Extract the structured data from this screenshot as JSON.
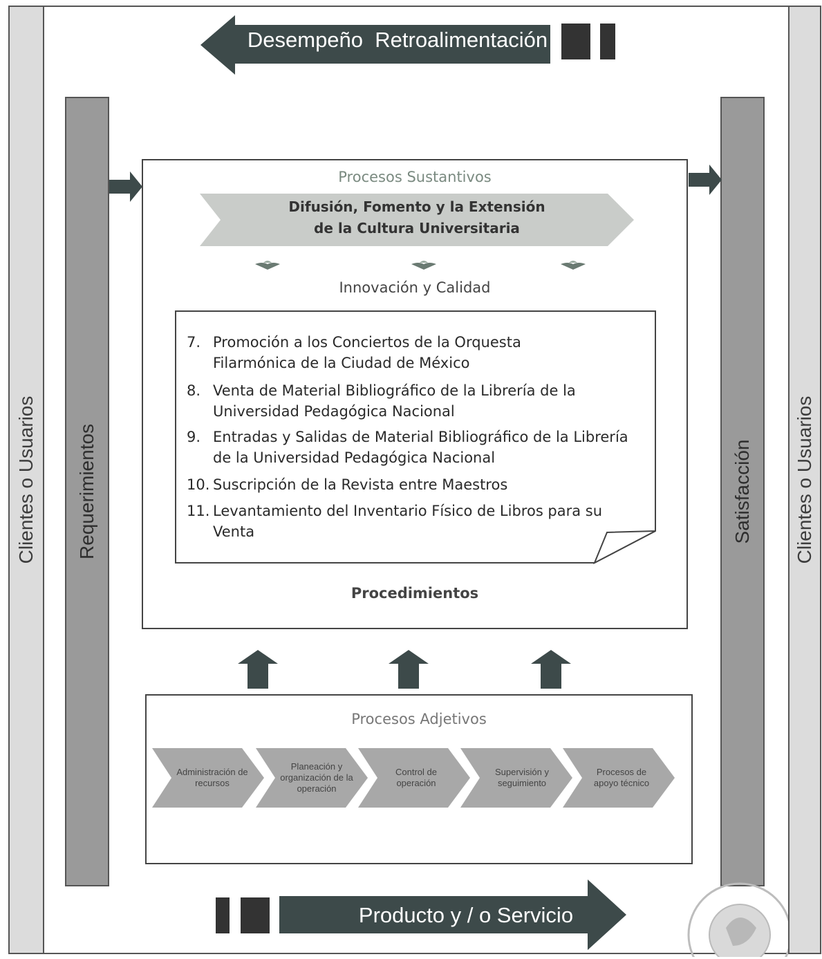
{
  "top_arrow": {
    "label": "Desempeño  Retroalimentación"
  },
  "bottom_arrow": {
    "label": "Producto y / o Servicio"
  },
  "side_bars": {
    "left_outer": "Clientes o Usuarios",
    "left_inner": "Requerimientos",
    "right_inner": "Satisfacción",
    "right_outer": "Clientes o Usuarios"
  },
  "sustantivos": {
    "title": "Procesos Sustantivos",
    "banner_line1": "Difusión, Fomento y la Extensión",
    "banner_line2": "de la Cultura Universitaria",
    "subtitle": "Innovación y Calidad",
    "items": [
      {
        "num": "7.",
        "text": "Promoción a los Conciertos de la Orquesta Filarmónica de la Ciudad de México"
      },
      {
        "num": "8.",
        "text": "Venta de Material Bibliográfico de la Librería de la Universidad Pedagógica Nacional"
      },
      {
        "num": "9.",
        "text": "Entradas y Salidas de Material Bibliográfico de la Librería de la Universidad Pedagógica Nacional"
      },
      {
        "num": "10.",
        "text": "Suscripción de la Revista entre Maestros"
      },
      {
        "num": "11.",
        "text": "Levantamiento del Inventario Físico de Libros para su Venta"
      }
    ],
    "footer": "Procedimientos"
  },
  "adjetivos": {
    "title": "Procesos Adjetivos",
    "steps": [
      {
        "label": "Administración de recursos"
      },
      {
        "label": "Planeación y organización de la operación"
      },
      {
        "label": "Control de operación"
      },
      {
        "label": "Supervisión y seguimiento"
      },
      {
        "label": "Procesos de apoyo técnico"
      }
    ]
  },
  "colors": {
    "dark_arrow": "#3d4a4a",
    "outer_bar": "#dcdcdc",
    "inner_bar": "#9a9a9a",
    "banner": "#c9ccc9",
    "chevron": "#a8a8a8"
  }
}
